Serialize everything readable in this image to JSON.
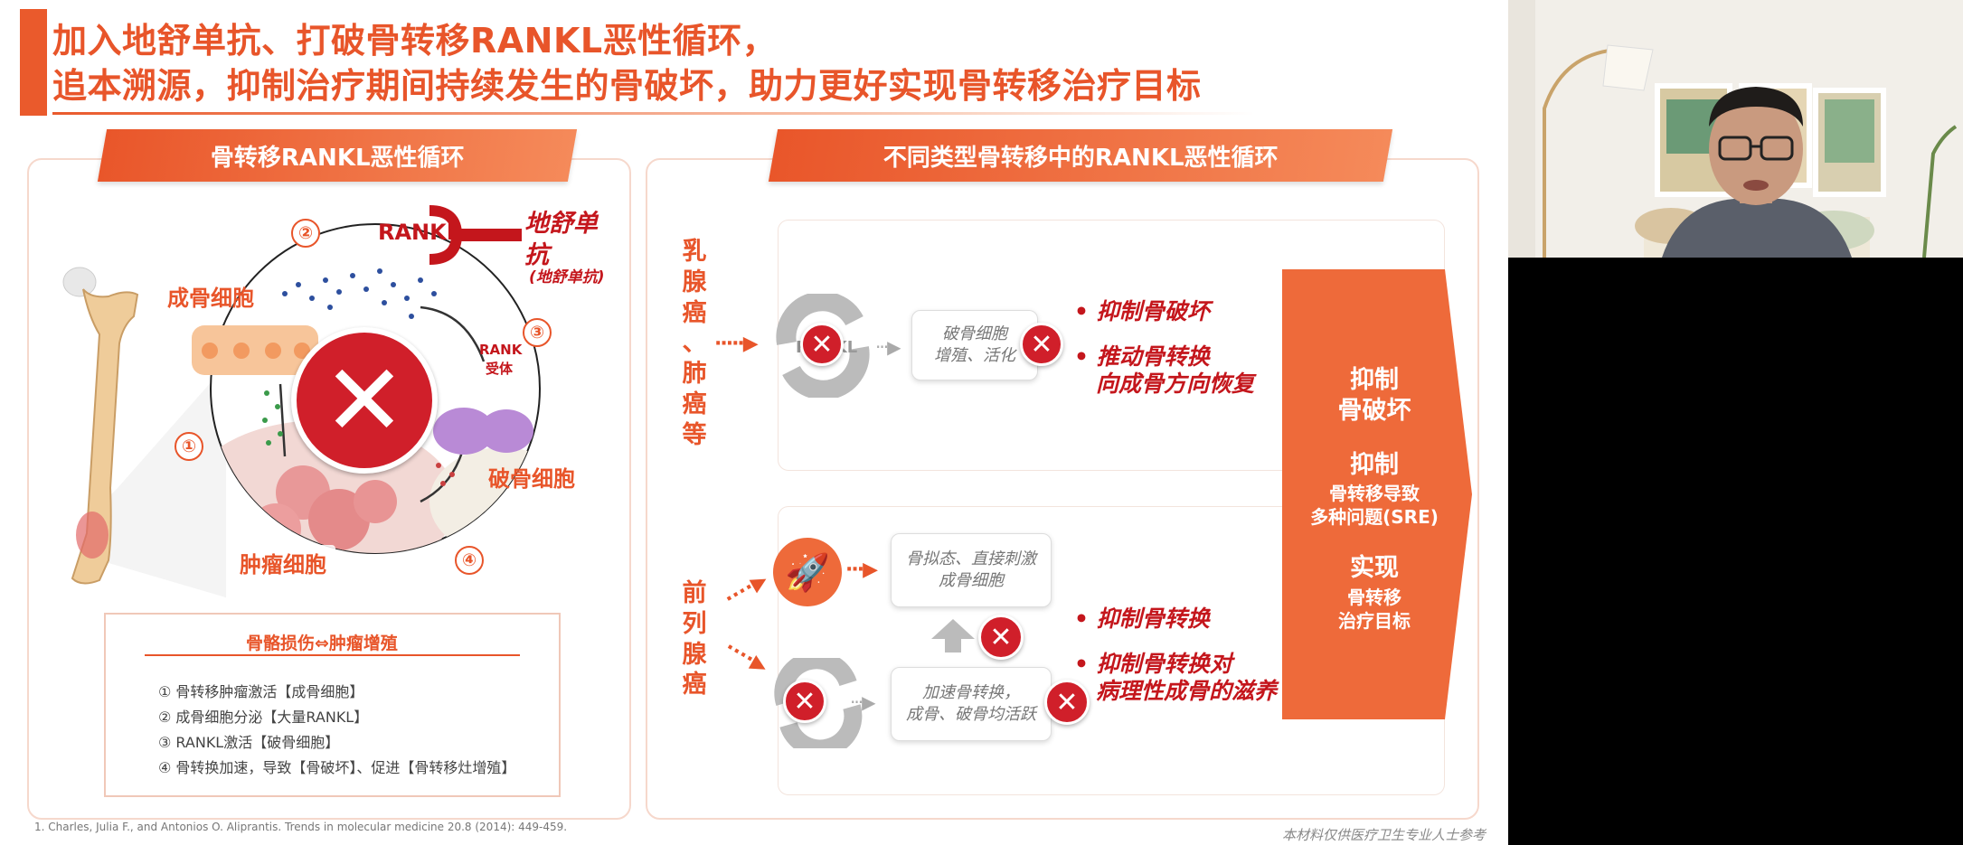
{
  "slide": {
    "title_line1": "加入地舒单抗、打破骨转移RANKL恶性循环，",
    "title_line2": "追本溯源，抑制治疗期间持续发生的骨破坏，助力更好实现骨转移治疗目标",
    "left_panel": {
      "tab": "骨转移RANKL恶性循环",
      "osteoblast": "成骨细胞",
      "rankl": "RANKL",
      "drug_line1": "地舒单",
      "drug_line2": "抗",
      "drug_paren": "(地舒单抗)",
      "rank_receptor_line1": "RANK",
      "rank_receptor_line2": "受体",
      "osteoclast": "破骨细胞",
      "tumor_cell": "肿瘤细胞",
      "step_numbers": [
        "①",
        "②",
        "③",
        "④"
      ],
      "steps_title": "骨骼损伤⇔肿瘤增殖",
      "steps": [
        "①  骨转移肿瘤激活【成骨细胞】",
        "②  成骨细胞分泌【大量RANKL】",
        "③  RANKL激活【破骨细胞】",
        "④  骨转换加速，导致【骨破坏】、促进【骨转移灶增殖】"
      ]
    },
    "right_panel": {
      "tab": "不同类型骨转移中的RANKL恶性循环",
      "breast_label": "乳腺癌、肺癌等",
      "prostate_label": "前列腺癌",
      "rankl_text": "RANKL",
      "box_osteoclast": [
        "破骨细胞",
        "增殖、活化"
      ],
      "box_mimic": [
        "骨拟态、直接刺激",
        "成骨细胞"
      ],
      "box_accel": [
        "加速骨转换，",
        "成骨、破骨均活跃"
      ],
      "bullets_top": [
        "抑制骨破坏",
        "推动骨转换",
        "向成骨方向恢复"
      ],
      "bullets_bottom": [
        "抑制骨转换",
        "抑制骨转换对",
        "病理性成骨的滋养"
      ],
      "big_arrow": {
        "a1": "抑制",
        "a2": "骨破坏",
        "b1": "抑制",
        "b2": "骨转移导致",
        "b3": "多种问题(SRE)",
        "c1": "实现",
        "c2": "骨转移",
        "c3": "治疗目标"
      }
    },
    "footnote": "1. Charles, Julia F., and Antonios O. Aliprantis.  Trends in molecular medicine 20.8 (2014): 449-459.",
    "footer_note": "本材料仅供医疗卫生专业人士参考",
    "colors": {
      "accent": "#e8552a",
      "red": "#c4161c",
      "x_badge": "#d01f2a"
    },
    "icons": [
      "close-icon",
      "rocket-icon",
      "femur-icon",
      "antibody-icon",
      "cycle-icon"
    ]
  },
  "webcam": {
    "description_free": ""
  }
}
